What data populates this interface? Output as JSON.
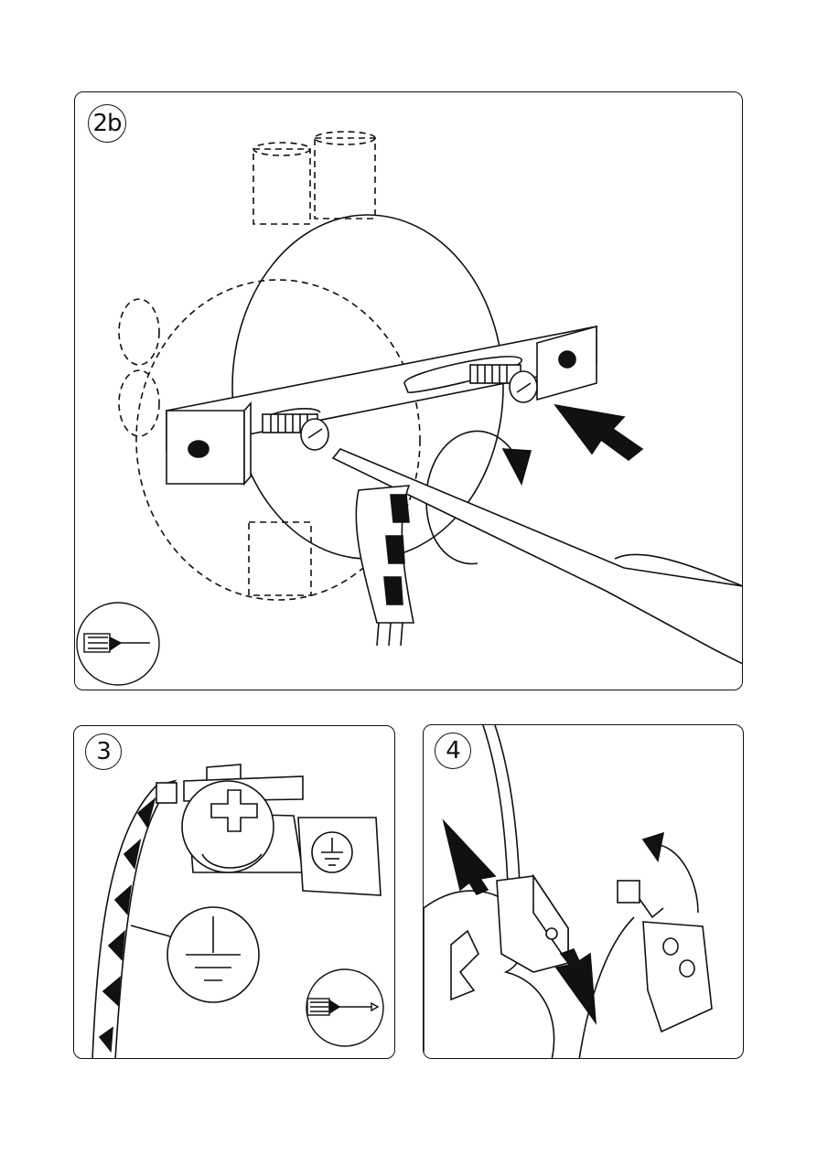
{
  "steps": [
    {
      "id": "2b",
      "label": "2b"
    },
    {
      "id": "3",
      "label": "3"
    },
    {
      "id": "4",
      "label": "4"
    }
  ],
  "icons": {
    "panel_2b_tool": "flat-screwdriver-icon",
    "panel_3_tool": "phillips-screwdriver-icon",
    "panel_3_symbol": "earth-ground-icon"
  },
  "colors": {
    "line": "#111111",
    "background": "#ffffff"
  }
}
